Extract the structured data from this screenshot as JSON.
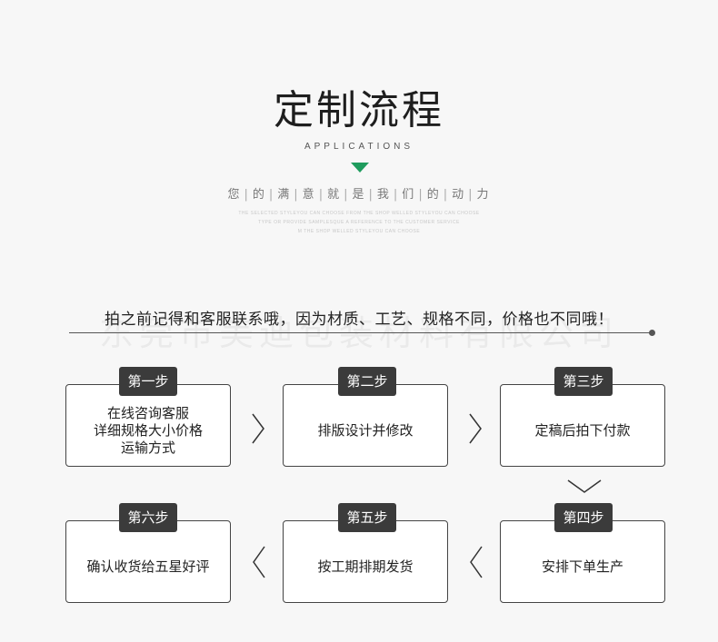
{
  "header": {
    "title": "定制流程",
    "subtitle": "APPLICATIONS",
    "tagline": [
      "您",
      "的",
      "满",
      "意",
      "就",
      "是",
      "我",
      "们",
      "的",
      "动",
      "力"
    ],
    "fine_print": [
      "THE SELECTED STYLEYOU CAN CHOOSE FROM THE SHOP WELLED STYLEYOU CAN CHOOSE",
      "TYPE OR PROVIDE SAMPLESQUE A REFERENCE TO THE CUSTOMER SERVICE",
      "M THE SHOP WELLED STYLEYOU CAN CHOOSE"
    ]
  },
  "notice": "拍之前记得和客服联系哦，因为材质、工艺、规格不同，价格也不同哦！",
  "watermark": "东莞市美迪包装材料有限公司",
  "steps": [
    {
      "label": "第一步",
      "lines": [
        "在线咨询客服",
        "详细规格大小价格",
        "运输方式"
      ]
    },
    {
      "label": "第二步",
      "lines": [
        "排版设计并修改"
      ]
    },
    {
      "label": "第三步",
      "lines": [
        "定稿后拍下付款"
      ]
    },
    {
      "label": "第四步",
      "lines": [
        "安排下单生产"
      ]
    },
    {
      "label": "第五步",
      "lines": [
        "按工期排期发货"
      ]
    },
    {
      "label": "第六步",
      "lines": [
        "确认收货给五星好评"
      ]
    }
  ],
  "colors": {
    "accent": "#1f9c5e",
    "label_bg": "#3b3b3b",
    "border": "#444444"
  }
}
